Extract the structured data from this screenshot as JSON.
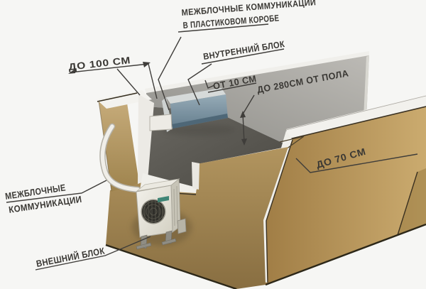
{
  "diagram": {
    "title_meaning": "Split system air conditioner installation clearances",
    "labels": {
      "duct_line1": "МЕЖБЛОЧНЫЕ КОММУНИКАЦИИ",
      "duct_line2": "В ПЛАСТИКОВОМ КОРОБЕ",
      "indoor_unit": "ВНУТРЕННИЙ БЛОК",
      "pipe_line1": "МЕЖБЛОЧНЫЕ",
      "pipe_line2": "КОММУНИКАЦИИ",
      "outdoor_unit": "ВНЕШНИЙ БЛОК"
    },
    "dimensions": {
      "top_clearance": "ДО 100 СМ",
      "ceiling_gap": "ОТ 10 СМ",
      "floor_height": "ДО 280СМ ОТ ПОЛА",
      "side_clearance": "ДО 70 СМ"
    },
    "colors": {
      "background": "#f6f6f4",
      "cardboard_wall": "#b0905a",
      "interior_wall_gray": "#a5a4a0",
      "shadow_interior": "#585650",
      "indoor_unit_front": "#7e95a3",
      "outdoor_unit_body": "#e6e4da",
      "annotation_ink": "#3a3834",
      "logo_teal": "#3f8576"
    }
  }
}
